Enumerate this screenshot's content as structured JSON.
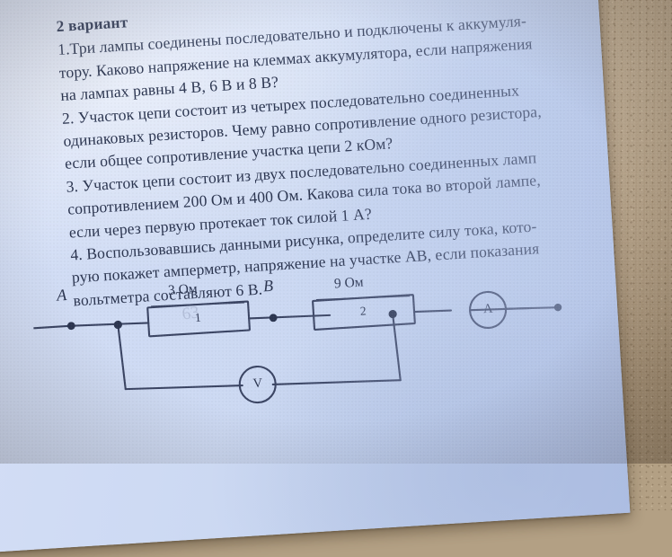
{
  "document": {
    "heading": "2 вариант",
    "problems": [
      {
        "number": "1.",
        "lines": [
          "1.Три лампы соединены последовательно и подключены к аккумуля-",
          "тору. Каково напряжение на клеммах аккумулятора, если напряжения",
          "на лампах равны 4 В, 6 В и 8 В?"
        ]
      },
      {
        "number": "2.",
        "lines": [
          "2. Участок цепи состоит из четырех последовательно соединенных",
          "одинаковых резисторов. Чему равно сопротивление одного резистора,",
          "если общее сопротивление участка цепи 2 кОм?"
        ]
      },
      {
        "number": "3.",
        "lines": [
          "3. Участок цепи состоит из двух последовательно соединенных ламп",
          "сопротивлением 200 Ом и 400 Ом. Какова сила тока во второй лампе,",
          "если через первую протекает ток силой 1 А?"
        ]
      },
      {
        "number": "4.",
        "lines": [
          "4. Воспользовавшись данными рисунка, определите силу тока, кото-",
          "рую покажет амперметр, напряжение на участке AB, если показания",
          "вольтметра составляют 6 В."
        ]
      }
    ],
    "all_lines": [
      "1.Три лампы соединены последовательно и подключены к аккумуля-",
      "тору. Каково напряжение на клеммах аккумулятора, если напряжения",
      "на лампах равны 4 В, 6 В и 8 В?",
      "2. Участок цепи состоит из четырех последовательно соединенных",
      "одинаковых резисторов. Чему равно сопротивление одного резистора,",
      "если общее сопротивление участка цепи 2 кОм?",
      "3. Участок цепи состоит из двух последовательно соединенных ламп",
      "сопротивлением 200 Ом и 400 Ом. Какова сила тока во второй лампе,",
      "если через первую протекает ток силой 1 А?",
      "4. Воспользовавшись данными рисунка, определите силу тока, кото-",
      "рую покажет амперметр, напряжение на участке AB, если показания",
      "вольтметра составляют 6 В."
    ]
  },
  "circuit": {
    "node_labels": {
      "left": "A",
      "middle": "B"
    },
    "resistors": [
      {
        "value": "3 Ом",
        "value_number": "3",
        "value_unit": "Ом",
        "index_label": "1"
      },
      {
        "value": "9 Ом",
        "value_number": "9",
        "value_unit": "Ом",
        "index_label": "2"
      }
    ],
    "meters": [
      {
        "symbol": "A",
        "name": "ammeter"
      },
      {
        "symbol": "V",
        "name": "voltmeter"
      }
    ],
    "pencil_smudge": "63"
  },
  "colors": {
    "paper": "#cdd9f3",
    "ink": "#2b3550",
    "desk": "#b3a084",
    "line": "#3a4károly"
  }
}
